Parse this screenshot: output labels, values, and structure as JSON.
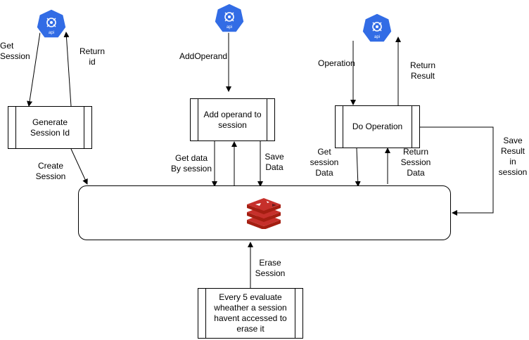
{
  "colors": {
    "api_blue": "#326ce5",
    "redis_red": "#c6302b",
    "redis_dark": "#a41e11",
    "stroke": "#000000"
  },
  "icons": {
    "api_icon": "kubernetes-api-icon",
    "store_icon": "redis-icon",
    "api_text": "api"
  },
  "boxes": {
    "generate": "Generate\nSession Id",
    "add_operand": "Add operand to\nsession",
    "do_operation": "Do Operation",
    "eraser": "Every 5 evaluate\nwheather a session\nhavent accessed to\nerase it"
  },
  "labels": {
    "get_session": "Get\nSession",
    "return_id": "Return\nid",
    "create_session": "Create\nSession",
    "add_operand_call": "AddOperand",
    "get_data_by_session": "Get data\nBy session",
    "save_data": "Save\nData",
    "operation_call": "Operation",
    "return_result": "Return\nResult",
    "get_session_data": "Get\nsession\nData",
    "return_session_data": "Return\nSession\nData",
    "save_result_in_session": "Save\nResult\nin\nsession",
    "erase_session": "Erase\nSession"
  }
}
